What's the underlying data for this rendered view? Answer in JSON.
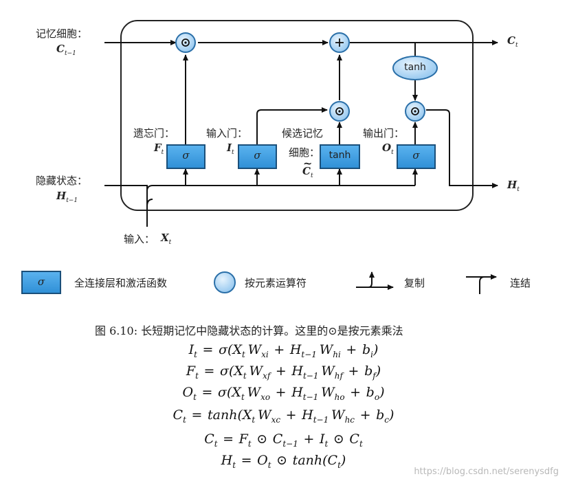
{
  "diagram": {
    "memory_cell_label": "记忆细胞：",
    "memory_cell_var": "C",
    "memory_cell_sub": "t−1",
    "hidden_state_label": "隐藏状态：",
    "hidden_state_var": "H",
    "hidden_state_sub": "t−1",
    "input_label": "输入：",
    "input_var": "X",
    "input_sub": "t",
    "output_c_var": "C",
    "output_c_sub": "t",
    "output_h_var": "H",
    "output_h_sub": "t",
    "forget_gate_label": "遗忘门：",
    "forget_gate_var": "F",
    "forget_gate_sub": "t",
    "input_gate_label": "输入门：",
    "input_gate_var": "I",
    "input_gate_sub": "t",
    "candidate_label_line1": "候选记忆",
    "candidate_label_line2": "细胞：",
    "candidate_var": "C",
    "candidate_sub": "t",
    "output_gate_label": "输出门：",
    "output_gate_var": "O",
    "output_gate_sub": "t",
    "sigma_symbol": "σ",
    "tanh_text": "tanh",
    "multiply_symbol": "⊙",
    "add_symbol": "+"
  },
  "legend": {
    "layer_label": "全连接层和激活函数",
    "op_label": "按元素运算符",
    "copy_label": "复制",
    "concat_label": "连结",
    "sigma_symbol": "σ"
  },
  "caption": "图 6.10: 长短期记忆中隐藏状态的计算。这里的⊙是按元素乘法",
  "equations": [
    "I_t = σ(X_t W_xi + H_{t−1} W_hi + b_i)",
    "F_t = σ(X_t W_xf + H_{t−1} W_hf + b_f)",
    "O_t = σ(X_t W_xo + H_{t−1} W_ho + b_o)",
    "C̃_t = tanh(X_t W_xc + H_{t−1} W_hc + b_c)",
    "C_t = F_t ⊙ C_{t−1} + I_t ⊙ C̃_t",
    "H_t = O_t ⊙ tanh(C_t)"
  ],
  "watermark": "https://blog.csdn.net/serenysdfg",
  "colors": {
    "gate_fill": "#3fa0e6",
    "gate_stroke": "#1a4f7a",
    "op_fill": "#b9dcf6",
    "op_stroke": "#2a6fa8"
  }
}
